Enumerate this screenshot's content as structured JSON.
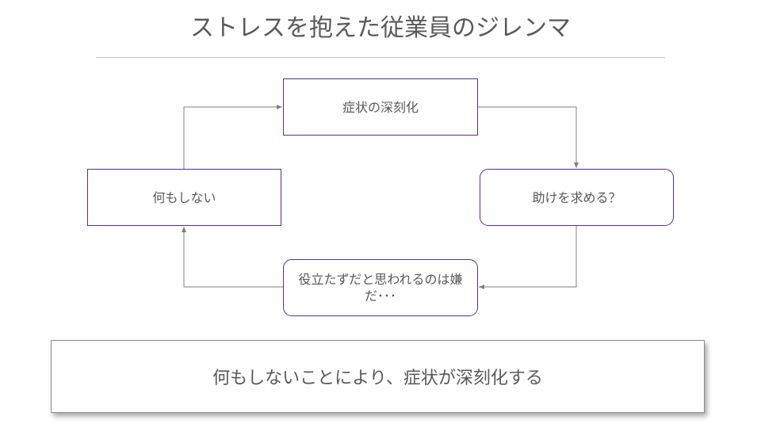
{
  "title": "ストレスを抱えた従業員のジレンマ",
  "cycle": {
    "top": "症状の深刻化",
    "right": "助けを求める？",
    "bottom": "役立たずだと思われるのは嫌だ･･･",
    "left": "何もしない"
  },
  "conclusion": "何もしないことにより、症状が深刻化する",
  "colors": {
    "node_border": "#5b2d8e",
    "connector": "#7f7f7f",
    "text": "#595959",
    "title_rule": "#bfbfbf"
  }
}
